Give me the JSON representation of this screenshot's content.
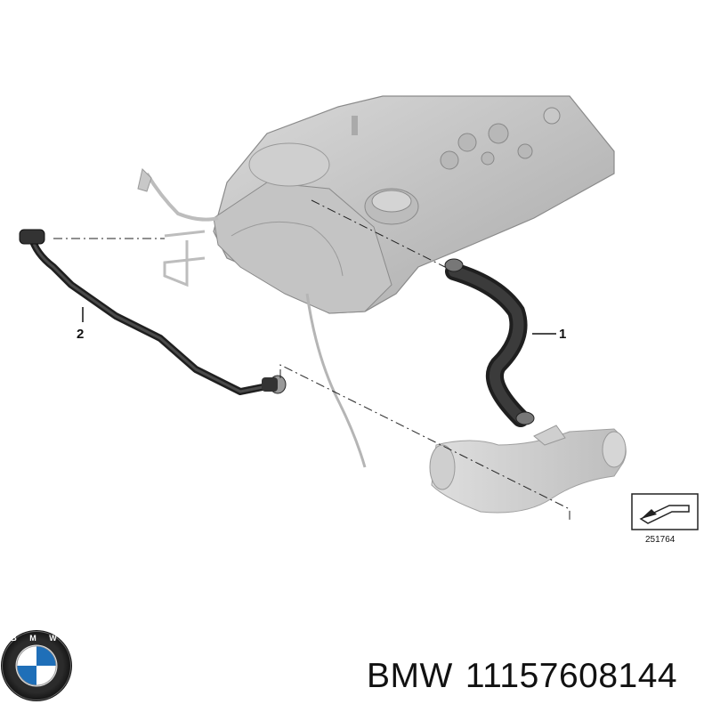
{
  "diagram": {
    "callouts": {
      "hose_1": "1",
      "hose_2": "2"
    },
    "reference_number": "251764"
  },
  "caption": {
    "brand": "BMW",
    "part_number": "11157608144"
  },
  "logo": {
    "text": "BMW",
    "colors": {
      "ring": "#1a1a1a",
      "blue": "#1f6fb8",
      "white": "#ffffff"
    }
  }
}
